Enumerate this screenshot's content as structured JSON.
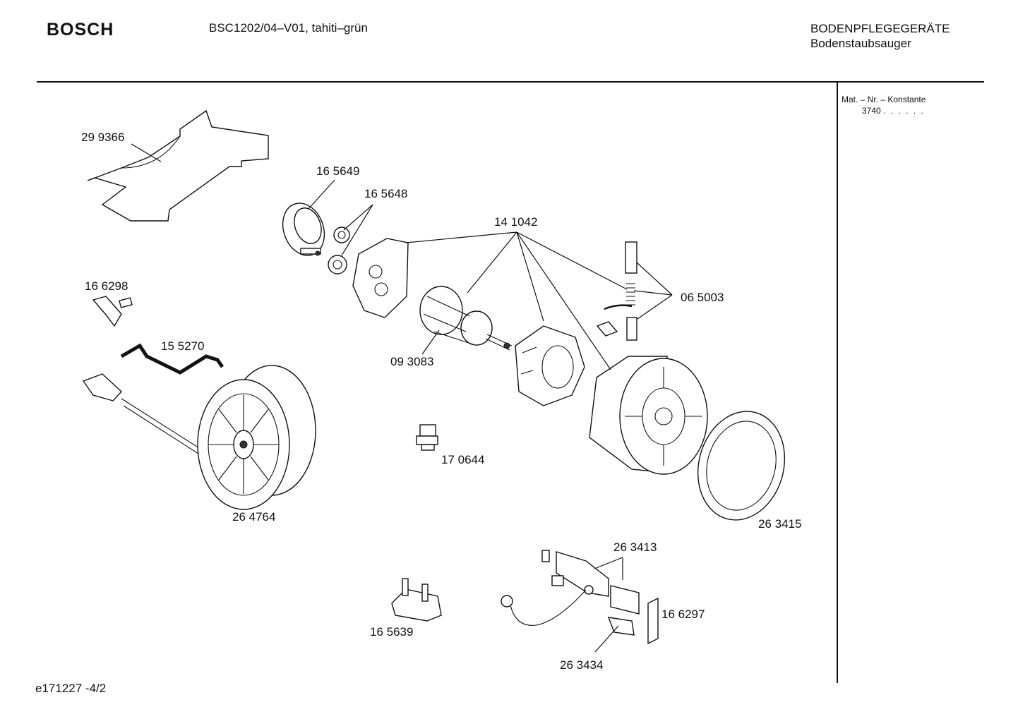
{
  "header": {
    "brand": "BOSCH",
    "model": "BSC1202/04–V01, tahiti–grün",
    "category": "BODENPFLEGEGERÄTE",
    "subcategory": "Bodenstaubsauger"
  },
  "sidebar": {
    "mat_label": "Mat. – Nr. – Konstante",
    "mat_value": "3740",
    "mat_dots": ". .   . . . ."
  },
  "parts": {
    "p299366": "29 9366",
    "p165649": "16 5649",
    "p165648": "16 5648",
    "p141042": "14 1042",
    "p166298": "16 6298",
    "p065003": "06 5003",
    "p155270": "15 5270",
    "p093083": "09 3083",
    "p170644": "17 0644",
    "p264764": "26 4764",
    "p263415": "26 3415",
    "p263413": "26 3413",
    "p166297": "16 6297",
    "p165639": "16 5639",
    "p263434": "26 3434"
  },
  "footer": {
    "code": "e171227 -4/2"
  }
}
